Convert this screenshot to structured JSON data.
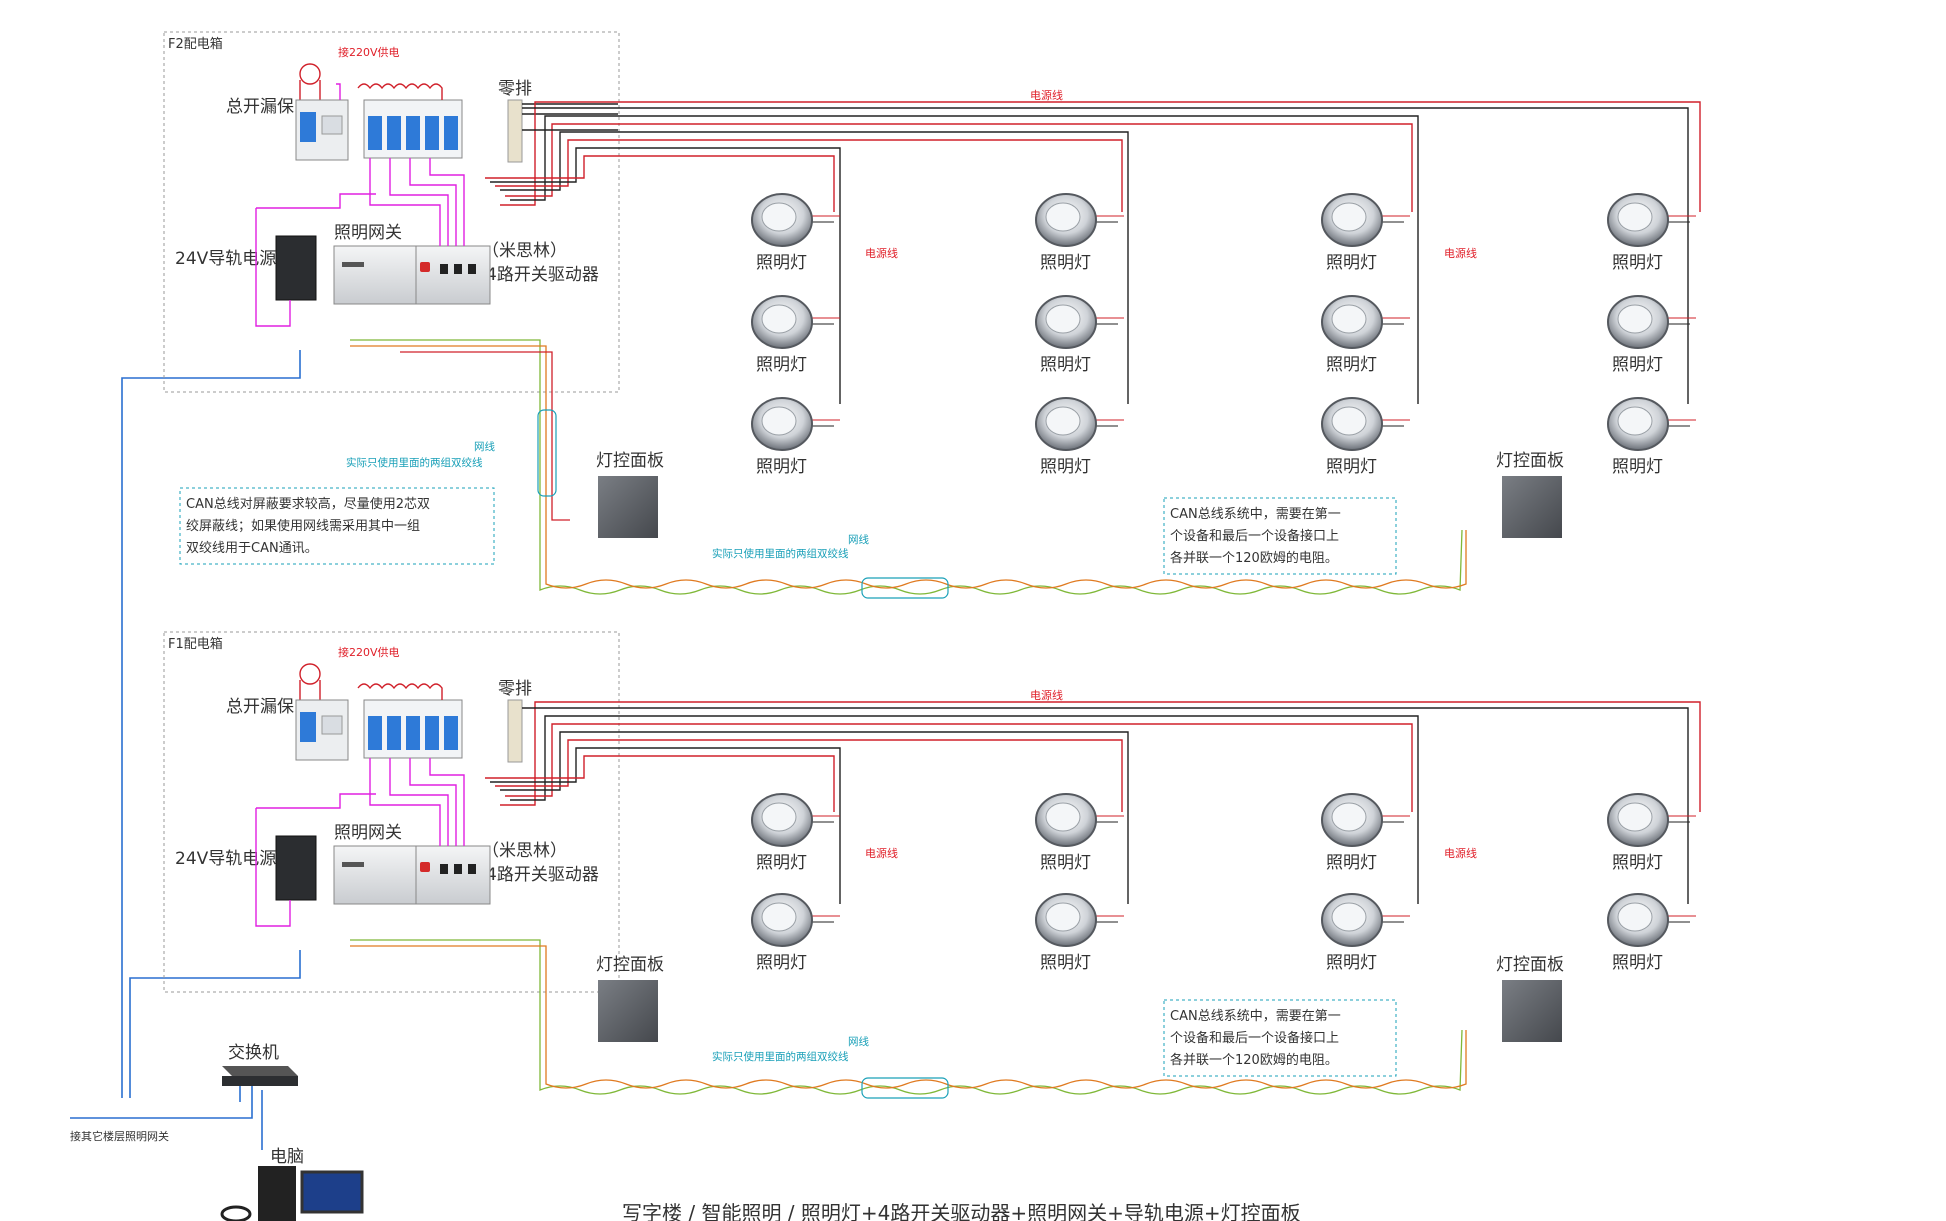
{
  "caption": "写字楼 / 智能照明 / 照明灯+4路开关驱动器+照明网关+导轨电源+灯控面板",
  "floors": [
    {
      "box_title": "F2配电箱",
      "supply_note": "接220V供电",
      "main_breaker": "总开漏保",
      "neutral_bar": "零排",
      "gateway": "照明网关",
      "power_supply": "24V导轨电源",
      "driver_brand": "（米思林）",
      "driver": "4路开关驱动器",
      "power_line": "电源线",
      "network_cable": "网线",
      "cable_note": "实际只使用里面的两组双绞线",
      "panel_left": "灯控面板",
      "panel_right": "灯控面板",
      "lamp_label": "照明灯",
      "lamp_rows": 3,
      "can_shield_note": [
        "CAN总线对屏蔽要求较高，尽量使用2芯双",
        "绞屏蔽线；如果使用网线需采用其中一组",
        "双绞线用于CAN通讯。"
      ],
      "resistor_note": [
        "CAN总线系统中，需要在第一",
        "个设备和最后一个设备接口上",
        "各并联一个120欧姆的电阻。"
      ]
    },
    {
      "box_title": "F1配电箱",
      "supply_note": "接220V供电",
      "main_breaker": "总开漏保",
      "neutral_bar": "零排",
      "gateway": "照明网关",
      "power_supply": "24V导轨电源",
      "driver_brand": "（米思林）",
      "driver": "4路开关驱动器",
      "power_line": "电源线",
      "network_cable": "网线",
      "cable_note": "实际只使用里面的两组双绞线",
      "panel_left": "灯控面板",
      "panel_right": "灯控面板",
      "lamp_label": "照明灯",
      "lamp_rows": 2,
      "resistor_note": [
        "CAN总线系统中，需要在第一",
        "个设备和最后一个设备接口上",
        "各并联一个120欧姆的电阻。"
      ]
    }
  ],
  "network": {
    "switch": "交换机",
    "computer": "电脑",
    "other_floors": "接其它楼层照明网关"
  },
  "colors": {
    "power": "#d0202a",
    "neutral": "#222222",
    "magenta": "#e020e0",
    "network": "#2a6fd0",
    "can_green": "#7fb838",
    "can_orange": "#e07a20",
    "note_cyan": "#1aa0b8"
  },
  "icons": [
    "downlight-icon",
    "breaker-icon",
    "din-module-icon",
    "wall-panel-icon",
    "network-switch-icon",
    "computer-icon"
  ]
}
